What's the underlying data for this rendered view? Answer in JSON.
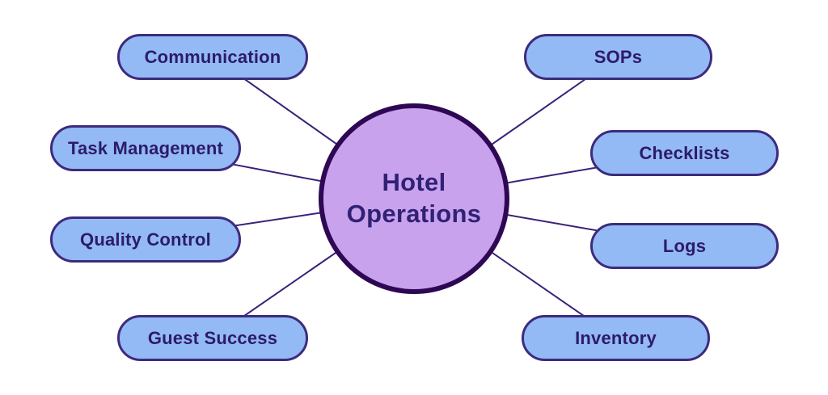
{
  "diagram": {
    "center": {
      "label": "Hotel Operations"
    },
    "nodes": [
      {
        "label": "Communication"
      },
      {
        "label": "SOPs"
      },
      {
        "label": "Task Management"
      },
      {
        "label": "Checklists"
      },
      {
        "label": "Quality Control"
      },
      {
        "label": "Logs"
      },
      {
        "label": "Guest Success"
      },
      {
        "label": "Inventory"
      }
    ],
    "colors": {
      "background": "#ffffff",
      "node_fill": "#93baf5",
      "node_border": "#3d2b7d",
      "center_fill": "#c9a2ee",
      "center_border": "#2e0854",
      "text": "#2d1b69",
      "connector": "#3a2178"
    }
  }
}
